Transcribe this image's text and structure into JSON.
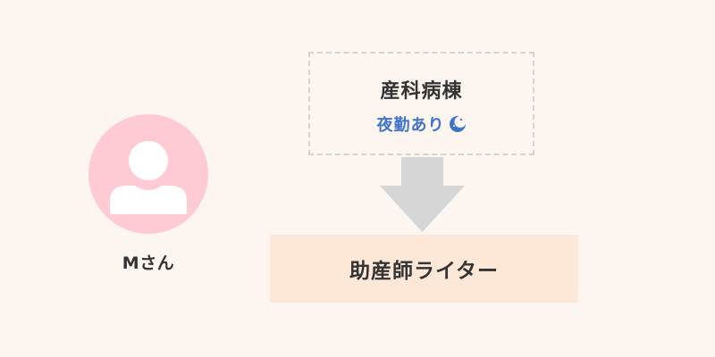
{
  "person": {
    "name": "Mさん"
  },
  "department": {
    "title": "産科病棟",
    "subtitle": "夜勤あり",
    "subtitle_icon": "moon-icon"
  },
  "arrow_icon": "down-arrow-icon",
  "role": {
    "label": "助産師ライター"
  },
  "colors": {
    "background": "#fdf6f0",
    "avatar_circle": "#fecbd5",
    "avatar_figure": "#ffffff",
    "dashed_border": "#d5d2cf",
    "subtitle_text": "#3f74c9",
    "arrow": "#d6d6d6",
    "role_box": "#fde8d8",
    "main_text": "#333333"
  }
}
